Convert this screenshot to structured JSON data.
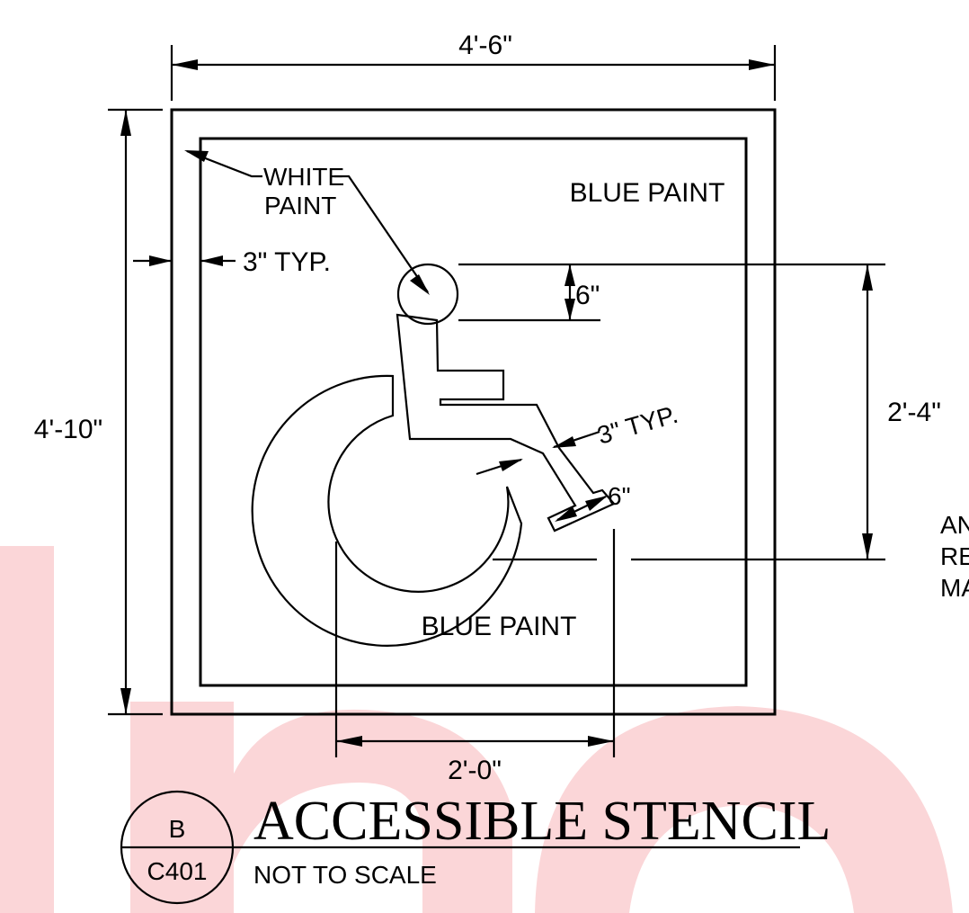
{
  "dimensions": {
    "overall_width": "4'-6\"",
    "overall_height": "4'-10\"",
    "border_typ": "3\" TYP.",
    "head_size": "6\"",
    "symbol_height": "2'-4\"",
    "symbol_stroke_typ": "3\" TYP.",
    "footrest": "6\"",
    "symbol_width": "2'-0\""
  },
  "callouts": {
    "white_paint_line1": "WHITE",
    "white_paint_line2": "PAINT",
    "blue_paint_top": "BLUE PAINT",
    "blue_paint_bottom": "BLUE PAINT",
    "side_note_line1": "AN",
    "side_note_line2": "RE",
    "side_note_line3": "MA"
  },
  "title_block": {
    "detail_letter": "B",
    "sheet_number": "C401",
    "title": "ACCESSIBLE STENCIL",
    "subtitle": "NOT TO SCALE"
  },
  "colors": {
    "line": "#000000",
    "watermark": "#fbd6d8"
  }
}
